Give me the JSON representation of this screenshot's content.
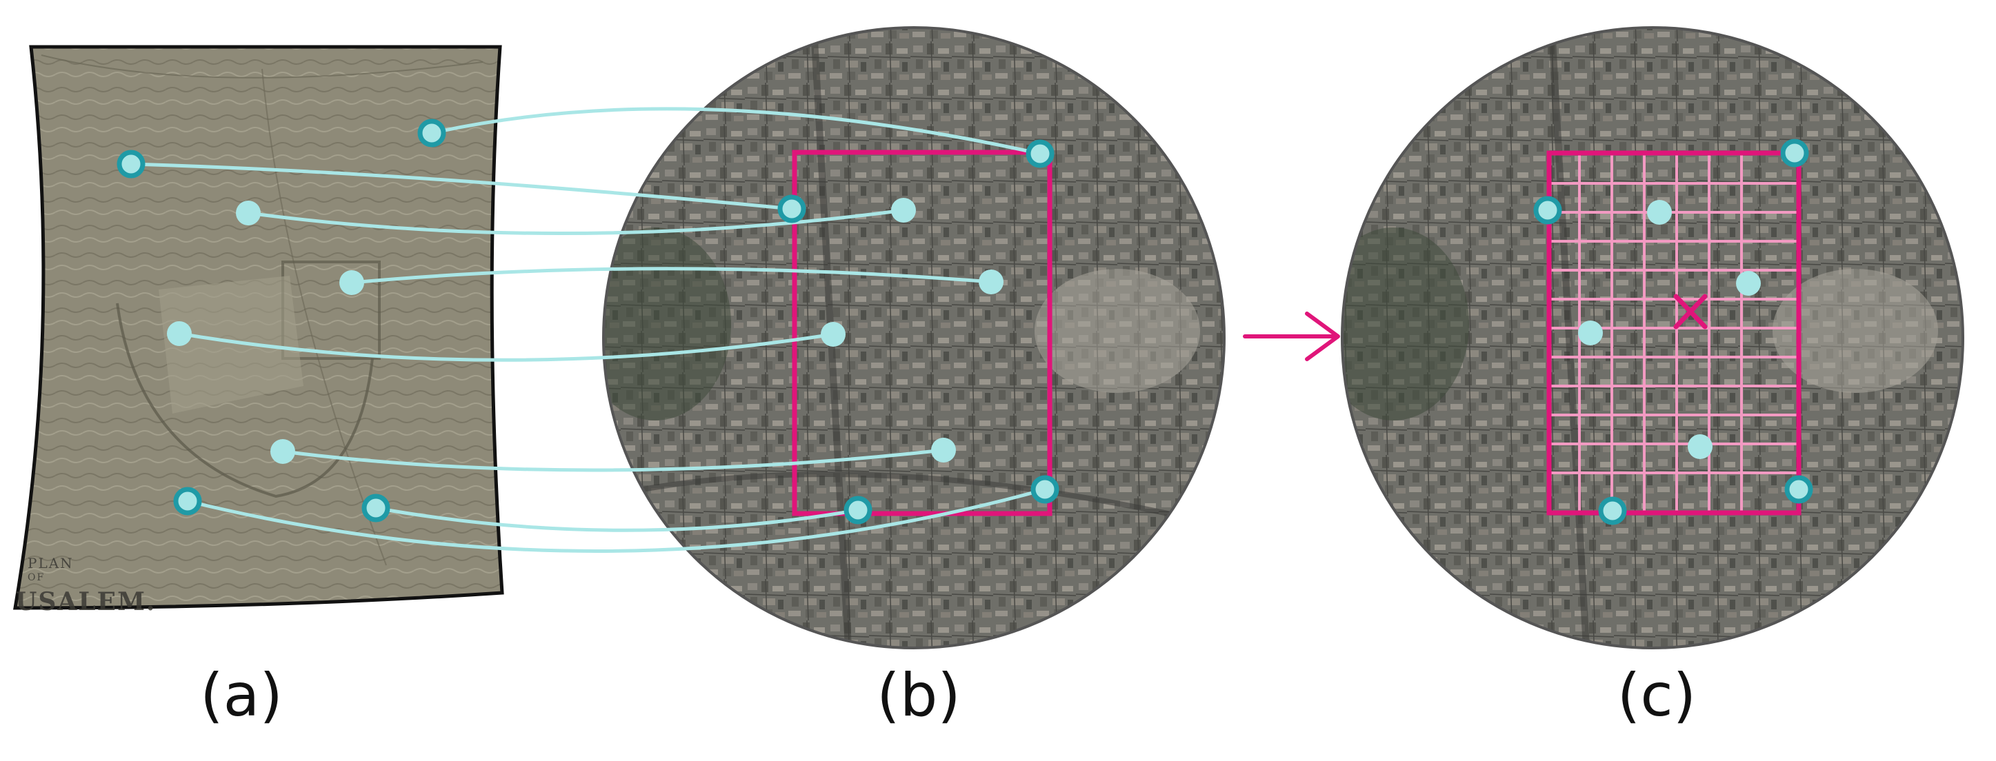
{
  "panels": [
    {
      "id": "a",
      "label": "(a)"
    },
    {
      "id": "b",
      "label": "(b)"
    },
    {
      "id": "c",
      "label": "(c)"
    }
  ],
  "historical_map": {
    "title_lines": [
      "PLAN",
      "OF",
      "USALEM."
    ]
  },
  "colors": {
    "accent_magenta": "#e0157a",
    "grid_pink": "#f29ac2",
    "control_point_fill": "#a9e6e6",
    "control_point_ring": "#1f9aa6",
    "link_line": "#a9e6e6",
    "sepia_map": "#8f8b79",
    "satellite_base": "#6b6b66"
  },
  "icons": {
    "arrow": "arrow-right-icon",
    "center_marker": "x-mark-icon"
  }
}
